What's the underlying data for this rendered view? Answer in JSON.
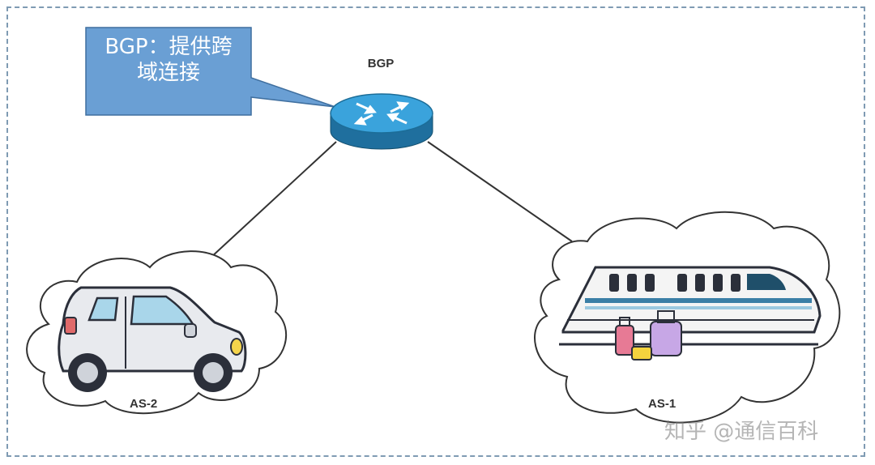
{
  "callout": {
    "text_line1": "BGP：提供跨",
    "text_line2": "域连接"
  },
  "router": {
    "label": "BGP",
    "icon": "router-icon"
  },
  "clouds": [
    {
      "label": "AS-2",
      "icon": "car-icon"
    },
    {
      "label": "AS-1",
      "icon": "train-icon"
    }
  ],
  "watermark": "知乎 @通信百科",
  "colors": {
    "callout_fill": "#6a9fd4",
    "router_fill": "#2f9ad4",
    "cloud_stroke": "#333333",
    "frame": "#7f9bb3"
  }
}
